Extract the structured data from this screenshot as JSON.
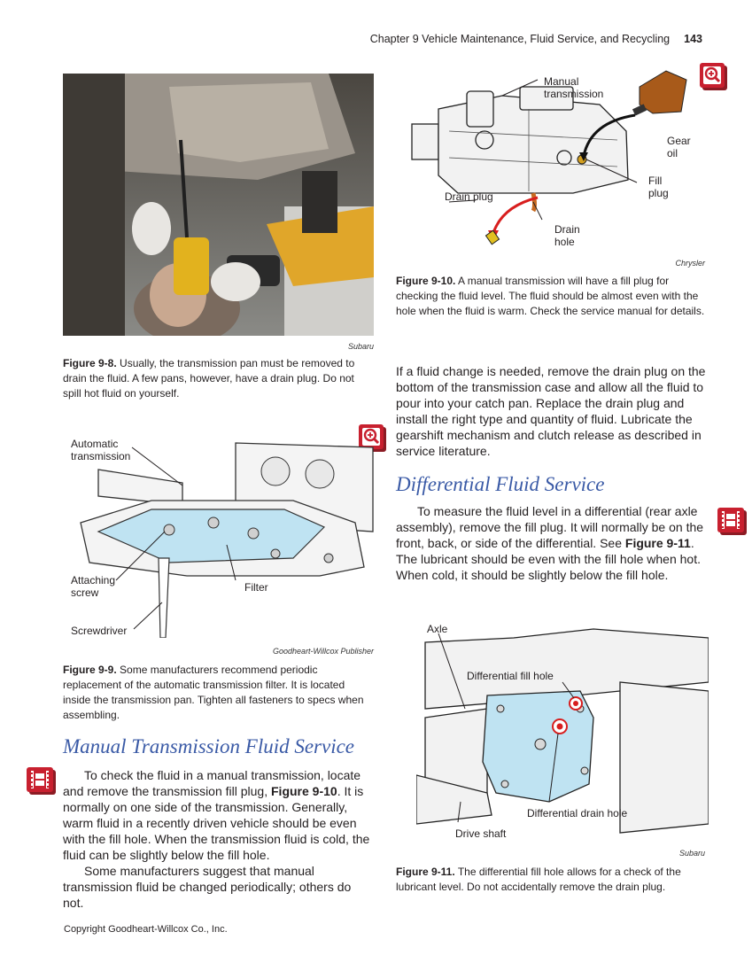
{
  "header": {
    "chapter": "Chapter 9   Vehicle Maintenance, Fluid Service, and Recycling",
    "page_number": "143"
  },
  "fig_9_8": {
    "credit": "Subaru",
    "label": "Figure 9-8.",
    "text": "Usually, the transmission pan must be removed to drain the fluid. A few pans, however, have a drain plug. Do not spill hot fluid on yourself."
  },
  "fig_9_9": {
    "callouts": {
      "automatic_line1": "Automatic",
      "automatic_line2": "transmission",
      "attaching_line1": "Attaching",
      "attaching_line2": "screw",
      "filter": "Filter",
      "screwdriver": "Screwdriver"
    },
    "credit": "Goodheart-Willcox Publisher",
    "label": "Figure 9-9.",
    "text": "Some manufacturers recommend periodic replacement of the automatic transmission filter. It is located inside the transmission pan. Tighten all fasteners to specs when assembling."
  },
  "manual_section": {
    "heading": "Manual Transmission Fluid Service",
    "para1_parts": [
      "To check the fluid in a manual transmission, locate and remove the transmission fill plug, ",
      "Figure 9-10",
      ". It is normally on one side of the transmission. Generally, warm fluid in a recently driven vehicle should be even with the fill hole. When the transmission fluid is cold, the fluid can be slightly below the fill hole."
    ],
    "para2": "Some manufacturers suggest that manual transmission fluid be changed periodically; others do not."
  },
  "fig_9_10": {
    "callouts": {
      "manual_line1": "Manual",
      "manual_line2": "transmission",
      "gear_line1": "Gear",
      "gear_line2": "oil",
      "fill_line1": "Fill",
      "fill_line2": "plug",
      "drain_plug": "Drain plug",
      "drain_hole_line1": "Drain",
      "drain_hole_line2": "hole"
    },
    "credit": "Chrysler",
    "label": "Figure 9-10.",
    "text": "A manual transmission will have a fill plug for checking the fluid level. The fluid should be almost even with the hole when the fluid is warm. Check the service manual for details."
  },
  "right_para": "If a fluid change is needed, remove the drain plug on the bottom of the transmission case and allow all the fluid to pour into your catch pan. Replace the drain plug and install the right type and quantity of fluid. Lubricate the gearshift mechanism and clutch release as described in service literature.",
  "differential_section": {
    "heading": "Differential Fluid Service",
    "para_parts": [
      "To measure the fluid level in a differential (rear axle assembly), remove the fill plug. It will normally be on the front, back, or side of the differential. See ",
      "Figure 9-11",
      ". The lubricant should be even with the fill hole when hot. When cold, it should be slightly below the fill hole."
    ]
  },
  "fig_9_11": {
    "callouts": {
      "axle": "Axle",
      "fill_hole": "Differential fill hole",
      "drain_hole": "Differential drain hole",
      "drive_shaft": "Drive shaft"
    },
    "credit": "Subaru",
    "label": "Figure 9-11.",
    "text": "The differential fill hole allows for a check of the lubricant level. Do not accidentally remove the drain plug."
  },
  "footer": {
    "copyright": "Copyright Goodheart-Willcox Co., Inc."
  },
  "colors": {
    "heading_blue": "#3a5aa6",
    "icon_red": "#c8202f",
    "fluid_blue": "#bfe3f2"
  },
  "icons": [
    "zoom-icon",
    "video-icon"
  ]
}
